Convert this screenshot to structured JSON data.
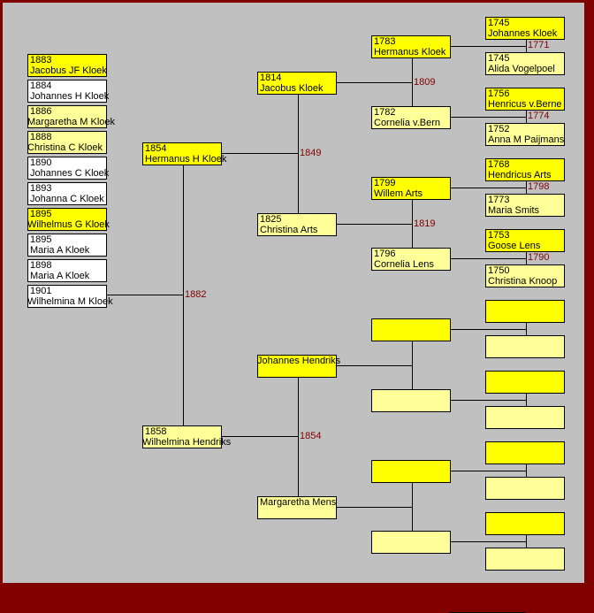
{
  "children": [
    {
      "year": "1883",
      "name": "Jacobus JF Kloek",
      "type": "m"
    },
    {
      "year": "1884",
      "name": "Johannes H Kloek",
      "type": "w"
    },
    {
      "year": "1886",
      "name": "Margaretha M Kloek",
      "type": "f"
    },
    {
      "year": "1888",
      "name": "Christina C Kloek",
      "type": "f"
    },
    {
      "year": "1890",
      "name": "Johannes C Kloek",
      "type": "w"
    },
    {
      "year": "1893",
      "name": "Johanna C Kloek",
      "type": "w"
    },
    {
      "year": "1895",
      "name": "Wilhelmus G Kloek",
      "type": "m"
    },
    {
      "year": "1895",
      "name": "Maria A Kloek",
      "type": "w"
    },
    {
      "year": "1898",
      "name": "Maria A Kloek",
      "type": "w"
    },
    {
      "year": "1901",
      "name": "Wilhelmina M Kloek",
      "type": "w"
    }
  ],
  "gen1": [
    {
      "year": "1854",
      "name": "Hermanus H Kloek",
      "type": "m"
    },
    {
      "year": "1858",
      "name": "Wilhelmina Hendriks",
      "type": "f"
    }
  ],
  "gen1_marriage": "1882",
  "gen2": [
    {
      "year": "1814",
      "name": "Jacobus Kloek",
      "type": "m"
    },
    {
      "year": "1825",
      "name": "Christina Arts",
      "type": "f"
    },
    {
      "year": "",
      "name": "Johannes Hendriks",
      "type": "m"
    },
    {
      "year": "",
      "name": "Margaretha Mens",
      "type": "f"
    }
  ],
  "gen2_marriages": [
    "1849",
    "1854"
  ],
  "gen3": [
    {
      "year": "1783",
      "name": "Hermanus Kloek",
      "type": "m"
    },
    {
      "year": "1782",
      "name": "Cornelia v.Bern",
      "type": "f"
    },
    {
      "year": "1799",
      "name": "Willem Arts",
      "type": "m"
    },
    {
      "year": "1796",
      "name": "Cornelia Lens",
      "type": "f"
    },
    {
      "year": "",
      "name": "",
      "type": "m"
    },
    {
      "year": "",
      "name": "",
      "type": "f"
    },
    {
      "year": "",
      "name": "",
      "type": "m"
    },
    {
      "year": "",
      "name": "",
      "type": "f"
    }
  ],
  "gen3_marriages": [
    "1809",
    "1819",
    "",
    ""
  ],
  "gen4": [
    {
      "year": "1745",
      "name": "Johannes Kloek",
      "type": "m"
    },
    {
      "year": "1745",
      "name": "Alida Vogelpoel",
      "type": "f"
    },
    {
      "year": "1756",
      "name": "Henricus v.Berne",
      "type": "m"
    },
    {
      "year": "1752",
      "name": "Anna M Paijmans",
      "type": "f"
    },
    {
      "year": "1768",
      "name": "Hendricus Arts",
      "type": "m"
    },
    {
      "year": "1773",
      "name": "Maria Smits",
      "type": "f"
    },
    {
      "year": "1753",
      "name": "Goose Lens",
      "type": "m"
    },
    {
      "year": "1750",
      "name": "Christina Knoop",
      "type": "f"
    },
    {
      "year": "",
      "name": "",
      "type": "m"
    },
    {
      "year": "",
      "name": "",
      "type": "f"
    },
    {
      "year": "",
      "name": "",
      "type": "m"
    },
    {
      "year": "",
      "name": "",
      "type": "f"
    },
    {
      "year": "",
      "name": "",
      "type": "m"
    },
    {
      "year": "",
      "name": "",
      "type": "f"
    },
    {
      "year": "",
      "name": "",
      "type": "m"
    },
    {
      "year": "",
      "name": "",
      "type": "f"
    }
  ],
  "gen4_marriages": [
    "1771",
    "1774",
    "1798",
    "1790",
    "",
    "",
    "",
    ""
  ],
  "colors": {
    "male": "#ffff00",
    "female": "#ffff99",
    "child": "#ffffff",
    "frame": "#800000",
    "marriage_year": "#800000"
  }
}
